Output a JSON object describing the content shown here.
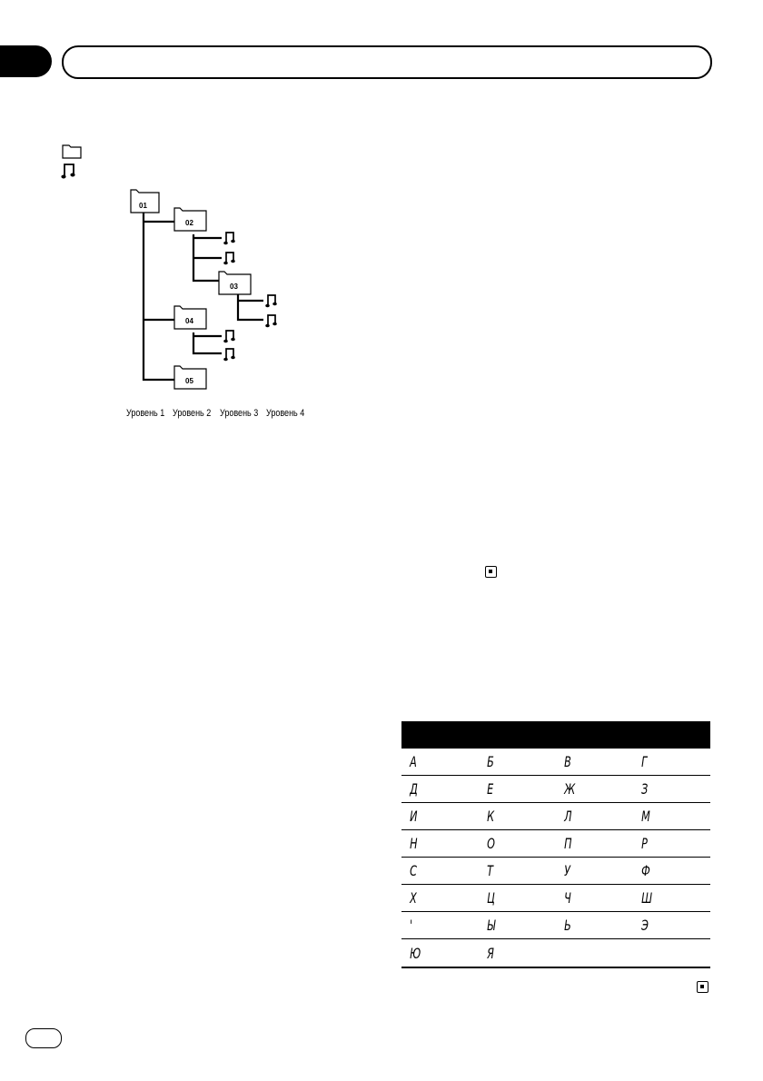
{
  "header": {
    "tab_label": "",
    "section_title": ""
  },
  "folder_tree": {
    "folders": [
      {
        "id": "f1",
        "label": "01"
      },
      {
        "id": "f2",
        "label": "02"
      },
      {
        "id": "f3",
        "label": "03"
      },
      {
        "id": "f4",
        "label": "04"
      },
      {
        "id": "f5",
        "label": "05"
      }
    ],
    "levels": [
      "Уровень 1",
      "Уровень 2",
      "Уровень 3",
      "Уровень 4"
    ]
  },
  "char_table": {
    "rows": [
      [
        "А",
        "Б",
        "В",
        "Г"
      ],
      [
        "Д",
        "Е",
        "Ж",
        "З"
      ],
      [
        "И",
        "К",
        "Л",
        "М"
      ],
      [
        "Н",
        "О",
        "П",
        "Р"
      ],
      [
        "С",
        "Т",
        "У",
        "Ф"
      ],
      [
        "Х",
        "Ц",
        "Ч",
        "Ш"
      ],
      [
        "'",
        "Ы",
        "Ь",
        "Э"
      ],
      [
        "Ю",
        "Я",
        "",
        ""
      ]
    ]
  },
  "icons": {
    "folder": "folder-icon",
    "music_file": "music-note-icon",
    "end_of_section": "stop-square-icon"
  }
}
